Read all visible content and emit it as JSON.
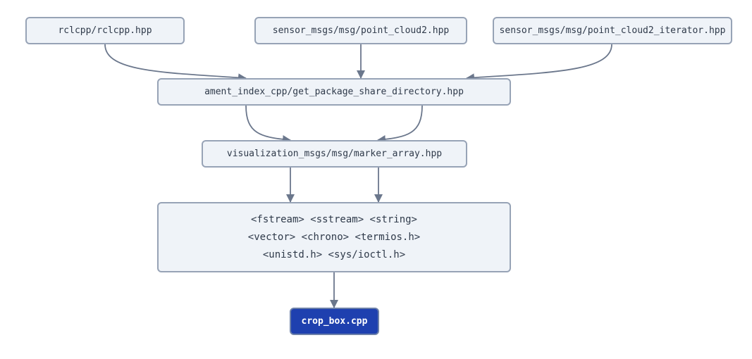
{
  "colors": {
    "node_fill": "#eff3f8",
    "node_border": "#97a3b6",
    "node_text": "#2f3a4a",
    "target_fill": "#1e40af",
    "target_text": "#ffffff",
    "edge": "#6b778c"
  },
  "nodes": {
    "rclcpp": {
      "label": "rclcpp/rclcpp.hpp"
    },
    "point_cloud2": {
      "label": "sensor_msgs/msg/point_cloud2.hpp"
    },
    "point_cloud2_iterator": {
      "label": "sensor_msgs/msg/point_cloud2_iterator.hpp"
    },
    "ament_index": {
      "label": "ament_index_cpp/get_package_share_directory.hpp"
    },
    "marker_array": {
      "label": "visualization_msgs/msg/marker_array.hpp"
    },
    "std_headers": {
      "lines": [
        "<fstream> <sstream> <string>",
        "<vector> <chrono> <termios.h>",
        "<unistd.h> <sys/ioctl.h>"
      ]
    },
    "crop_box": {
      "label": "crop_box.cpp"
    }
  },
  "edges": [
    {
      "from": "rclcpp",
      "to": "ament_index"
    },
    {
      "from": "point_cloud2",
      "to": "ament_index"
    },
    {
      "from": "point_cloud2_iterator",
      "to": "ament_index"
    },
    {
      "from": "ament_index",
      "to": "marker_array"
    },
    {
      "from": "ament_index",
      "to": "marker_array"
    },
    {
      "from": "marker_array",
      "to": "std_headers"
    },
    {
      "from": "marker_array",
      "to": "std_headers"
    },
    {
      "from": "std_headers",
      "to": "crop_box"
    }
  ]
}
